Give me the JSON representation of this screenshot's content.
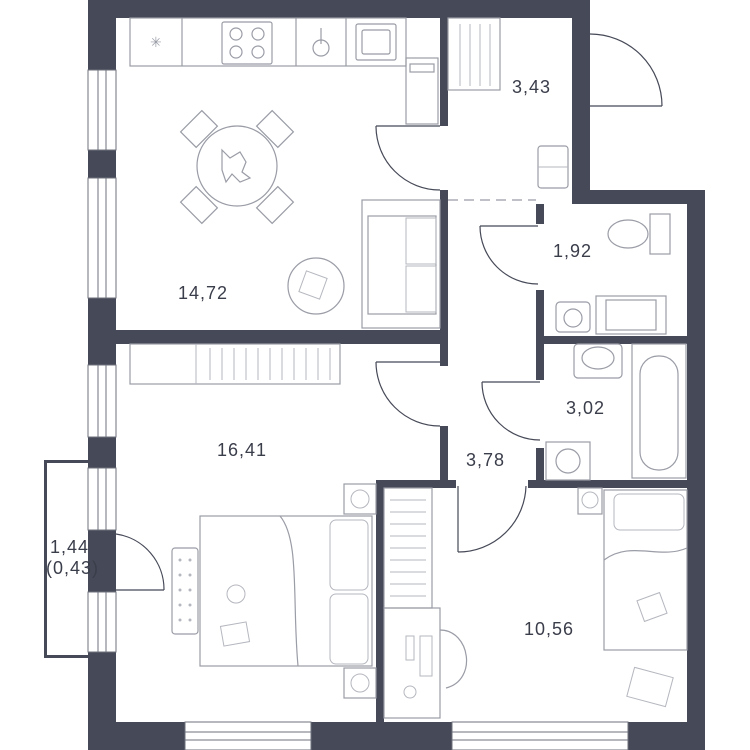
{
  "rooms": [
    {
      "id": "kitchen-living",
      "area": "14,72"
    },
    {
      "id": "hallway-top",
      "area": "3,43"
    },
    {
      "id": "toilet",
      "area": "1,92"
    },
    {
      "id": "bedroom-left",
      "area": "16,41"
    },
    {
      "id": "bathroom",
      "area": "3,02"
    },
    {
      "id": "hallway",
      "area": "3,78"
    },
    {
      "id": "bedroom-right",
      "area": "10,56"
    }
  ],
  "balcony": {
    "area": "1,44",
    "area_reduced": "(0,43)"
  },
  "colors": {
    "wall": "#464957",
    "furniture": "#9a9ca6",
    "background": "#ffffff"
  }
}
